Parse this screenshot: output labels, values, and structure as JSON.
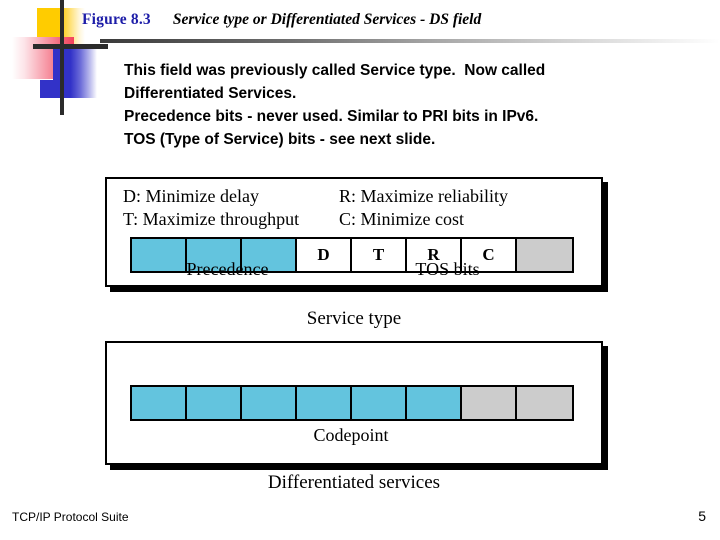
{
  "slide": {
    "figure_number": "Figure 8.3",
    "figure_title": "Service type or Differentiated Services - DS field",
    "body_text": "This field was previously called Service type.  Now called\nDifferentiated Services.\nPrecedence bits - never used. Similar to PRI bits in IPv6.\nTOS (Type of Service) bits - see next slide."
  },
  "colors": {
    "figure_number": "#1d1da8",
    "bit_active": "#63c4de",
    "bit_unused": "#cccccc",
    "bit_empty": "#ffffff",
    "outline": "#000000"
  },
  "service_type_panel": {
    "legend": [
      {
        "left": "D: Minimize delay",
        "right": "R: Maximize reliability"
      },
      {
        "left": "T: Maximize throughput",
        "right": "C: Minimize cost"
      }
    ],
    "bits": [
      {
        "label": "",
        "fill": "cyan"
      },
      {
        "label": "",
        "fill": "cyan"
      },
      {
        "label": "",
        "fill": "cyan"
      },
      {
        "label": "D",
        "fill": "white"
      },
      {
        "label": "T",
        "fill": "white"
      },
      {
        "label": "R",
        "fill": "white"
      },
      {
        "label": "C",
        "fill": "white"
      },
      {
        "label": "",
        "fill": "gray"
      }
    ],
    "group_label_left": "Precedence",
    "group_label_right": "TOS bits",
    "caption": "Service type"
  },
  "ds_panel": {
    "bits": [
      {
        "label": "",
        "fill": "cyan"
      },
      {
        "label": "",
        "fill": "cyan"
      },
      {
        "label": "",
        "fill": "cyan"
      },
      {
        "label": "",
        "fill": "cyan"
      },
      {
        "label": "",
        "fill": "cyan"
      },
      {
        "label": "",
        "fill": "cyan"
      },
      {
        "label": "",
        "fill": "gray"
      },
      {
        "label": "",
        "fill": "gray"
      }
    ],
    "group_label": "Codepoint",
    "caption": "Differentiated services"
  },
  "footer": {
    "book_title": "TCP/IP Protocol Suite",
    "page_number": "5"
  }
}
